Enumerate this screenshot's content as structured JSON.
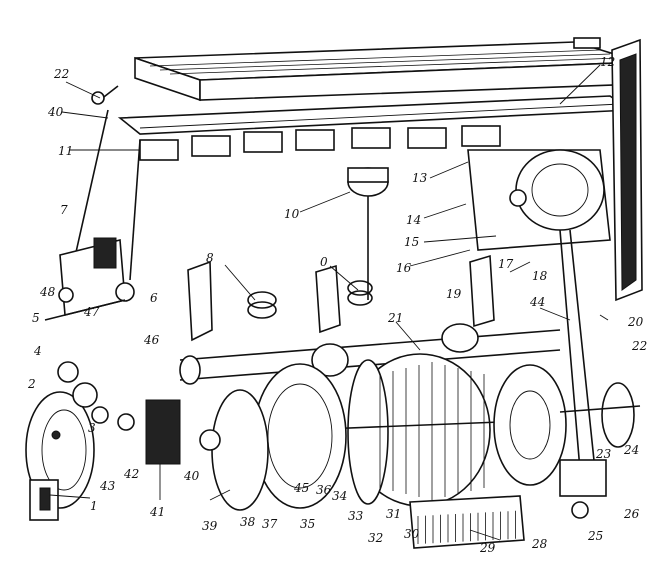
{
  "callouts": [
    {
      "id": "c1",
      "text": "1"
    },
    {
      "id": "c2",
      "text": "2"
    },
    {
      "id": "c3",
      "text": "3"
    },
    {
      "id": "c4",
      "text": "4"
    },
    {
      "id": "c5",
      "text": "5"
    },
    {
      "id": "c6",
      "text": "6"
    },
    {
      "id": "c7",
      "text": "7"
    },
    {
      "id": "c8",
      "text": "8"
    },
    {
      "id": "c9",
      "text": "0"
    },
    {
      "id": "c10",
      "text": "10"
    },
    {
      "id": "c11",
      "text": "11"
    },
    {
      "id": "c12",
      "text": "12"
    },
    {
      "id": "c13",
      "text": "13"
    },
    {
      "id": "c14",
      "text": "14"
    },
    {
      "id": "c15",
      "text": "15"
    },
    {
      "id": "c16",
      "text": "16"
    },
    {
      "id": "c17",
      "text": "17"
    },
    {
      "id": "c18",
      "text": "18"
    },
    {
      "id": "c19",
      "text": "19"
    },
    {
      "id": "c20",
      "text": "20"
    },
    {
      "id": "c21",
      "text": "21"
    },
    {
      "id": "c22",
      "text": "22"
    },
    {
      "id": "c22b",
      "text": "22"
    },
    {
      "id": "c23",
      "text": "23"
    },
    {
      "id": "c24",
      "text": "24"
    },
    {
      "id": "c25",
      "text": "25"
    },
    {
      "id": "c26",
      "text": "26"
    },
    {
      "id": "c28",
      "text": "28"
    },
    {
      "id": "c29",
      "text": "29"
    },
    {
      "id": "c30",
      "text": "30"
    },
    {
      "id": "c31",
      "text": "31"
    },
    {
      "id": "c32",
      "text": "32"
    },
    {
      "id": "c33",
      "text": "33"
    },
    {
      "id": "c34",
      "text": "34"
    },
    {
      "id": "c35",
      "text": "35"
    },
    {
      "id": "c36",
      "text": "36"
    },
    {
      "id": "c37",
      "text": "37"
    },
    {
      "id": "c38",
      "text": "38"
    },
    {
      "id": "c39",
      "text": "39"
    },
    {
      "id": "c40",
      "text": "40"
    },
    {
      "id": "c40b",
      "text": "40"
    },
    {
      "id": "c41",
      "text": "41"
    },
    {
      "id": "c42",
      "text": "42"
    },
    {
      "id": "c43",
      "text": "43"
    },
    {
      "id": "c44",
      "text": "44"
    },
    {
      "id": "c45",
      "text": "45"
    },
    {
      "id": "c46",
      "text": "46"
    },
    {
      "id": "c47",
      "text": "47"
    },
    {
      "id": "c48",
      "text": "48"
    }
  ]
}
